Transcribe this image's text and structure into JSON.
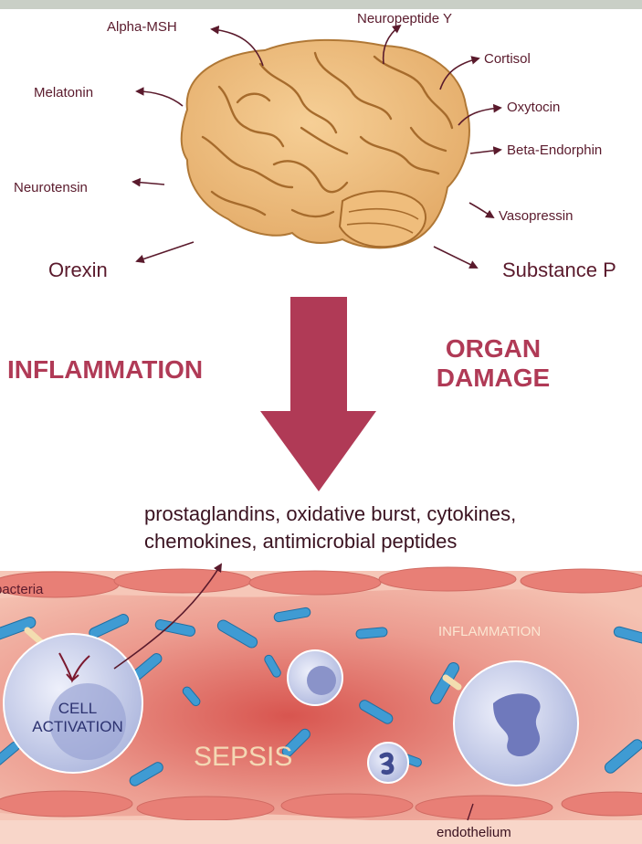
{
  "brain_outputs": {
    "alpha_msh": "Alpha-MSH",
    "neuropeptide_y": "Neuropeptide Y",
    "cortisol": "Cortisol",
    "melatonin": "Melatonin",
    "oxytocin": "Oxytocin",
    "beta_endorphin": "Beta-Endorphin",
    "neurotensin": "Neurotensin",
    "vasopressin": "Vasopressin",
    "orexin": "Orexin",
    "substance_p": "Substance P"
  },
  "left_heading": "INFLAMMATION",
  "right_heading_line1": "ORGAN",
  "right_heading_line2": "DAMAGE",
  "mediators_line1": "prostaglandins, oxidative burst, cytokines,",
  "mediators_line2": "chemokines, antimicrobial peptides",
  "vessel": {
    "bacteria": "bacteria",
    "cell_activation_line1": "CELL",
    "cell_activation_line2": "ACTIVATION",
    "sepsis": "SEPSIS",
    "inflammation": "INFLAMMATION",
    "endothelium": "endothelium"
  },
  "colors": {
    "label_text": "#5a1a2c",
    "heading": "#b03a56",
    "big_arrow": "#b03a56",
    "brain": "#e8b478",
    "brain_sulci": "#a66b2c",
    "vessel": "#e9938b",
    "bacteria": "#3f9bd3"
  },
  "icons": [
    "brain-illustration",
    "down-arrow",
    "blood-vessel",
    "immune-cell",
    "bacteria-rod"
  ]
}
